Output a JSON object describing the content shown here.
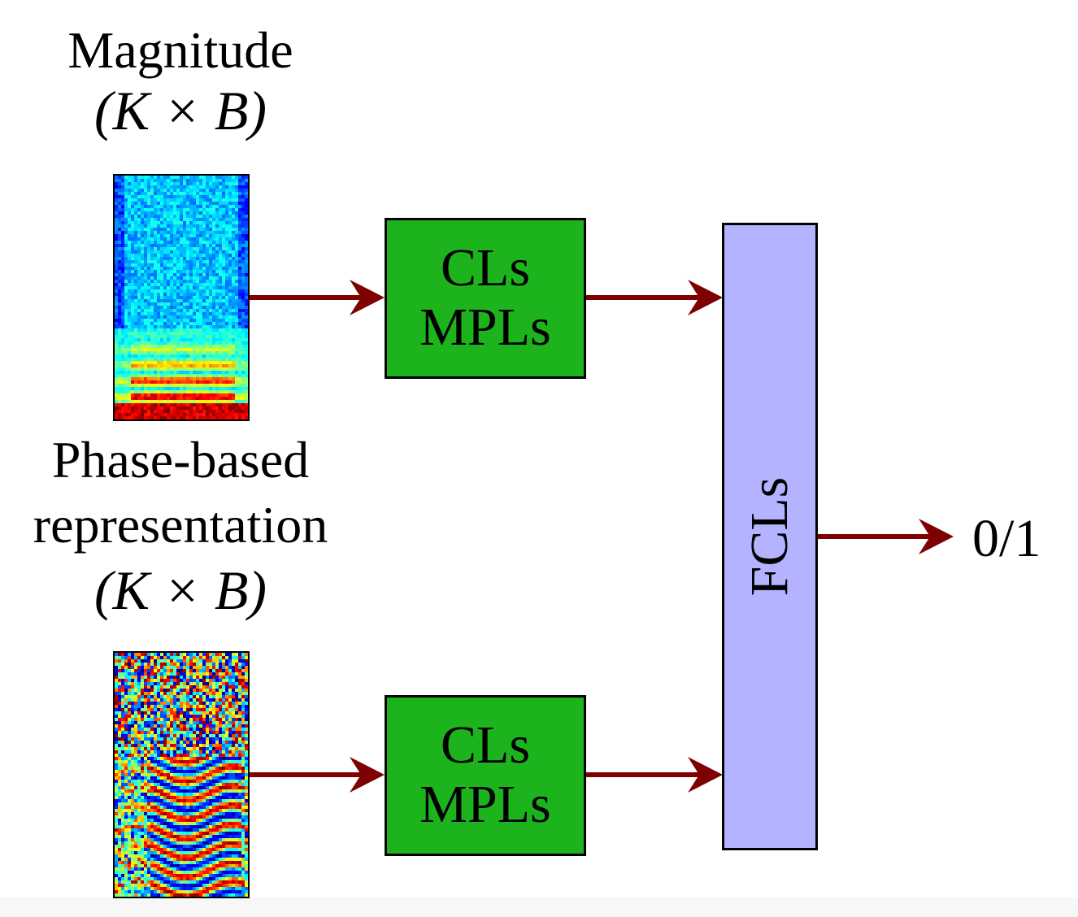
{
  "magnitude": {
    "title": "Magnitude",
    "dims": "(K × B)"
  },
  "phase": {
    "title_line1": "Phase-based",
    "title_line2": "representation",
    "dims": "(K × B)"
  },
  "branch_top": {
    "line1": "CLs",
    "line2": "MPLs"
  },
  "branch_bottom": {
    "line1": "CLs",
    "line2": "MPLs"
  },
  "fusion": {
    "label": "FCLs"
  },
  "output": {
    "label": "0/1"
  },
  "colors": {
    "arrow": "#7f0000",
    "conv_block": "#1db31d",
    "fc_block": "#b3b3ff"
  }
}
